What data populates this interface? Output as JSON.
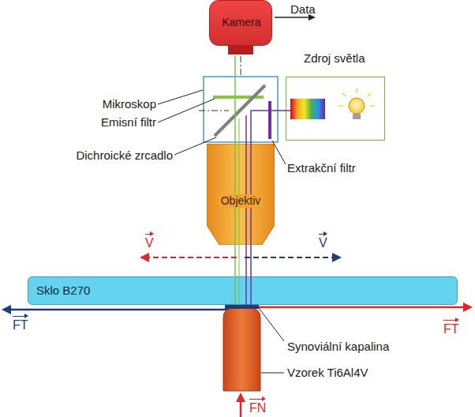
{
  "diagram": {
    "nodes": [
      {
        "text": [
          "Kamera"
        ]
      },
      {
        "text": [
          "Zdroj světla"
        ]
      },
      {
        "text": [
          "Objektiv"
        ]
      },
      {
        "text": [
          "Sklo B270"
        ]
      }
    ],
    "labels": [
      "Data",
      "Mikroskop",
      "Emisní filtr",
      "Dichroické zrcadlo",
      "Extrakční filtr",
      "V",
      "V",
      "FT",
      "FT",
      "Synoviální kapalina",
      "Vzorek Ti6Al4V",
      "FN"
    ]
  }
}
